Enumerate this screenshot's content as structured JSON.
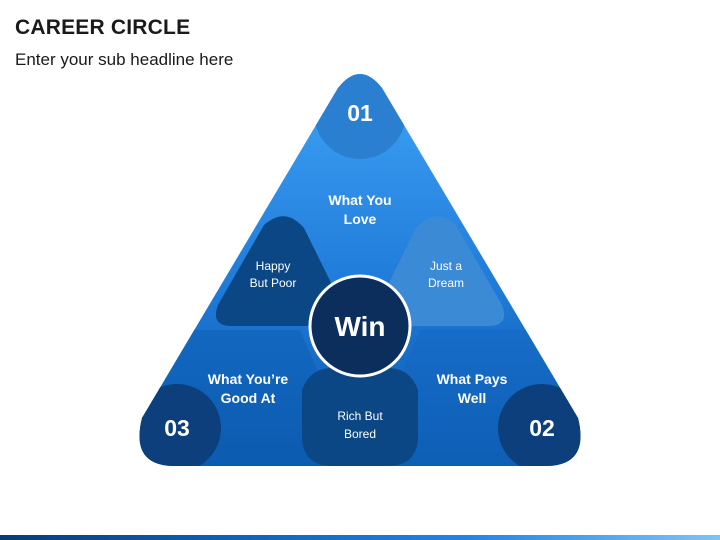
{
  "title": "CAREER CIRCLE",
  "subtitle": "Enter your sub headline here",
  "center": "Win",
  "corners": [
    {
      "number": "01",
      "label_lines": [
        "What You",
        "Love"
      ]
    },
    {
      "number": "02",
      "label_lines": [
        "What Pays",
        "Well"
      ]
    },
    {
      "number": "03",
      "label_lines": [
        "What You’re",
        "Good At"
      ]
    }
  ],
  "overlaps": [
    {
      "label_lines": [
        "Happy",
        "But Poor"
      ]
    },
    {
      "label_lines": [
        "Just a",
        "Dream"
      ]
    },
    {
      "label_lines": [
        "Rich But",
        "Bored"
      ]
    }
  ],
  "colors": {
    "light_blue": "#3d9ff5",
    "mid_blue": "#1c74d4",
    "dark_blue": "#0a55a8",
    "badge_light": "#2a7fd0",
    "badge_dark": "#0c3f7c",
    "overlap_dark": "#0c4785",
    "overlap_light": "#3a8ad6",
    "center_fill": "#0c2e5c"
  }
}
